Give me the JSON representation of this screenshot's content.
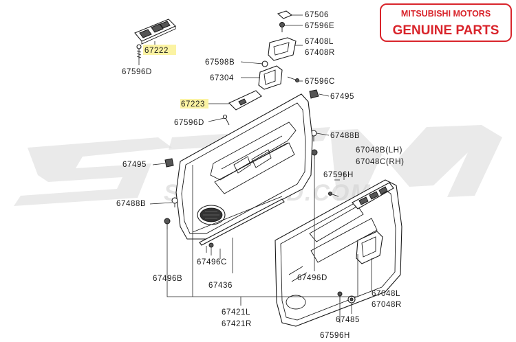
{
  "badge": {
    "line1": "MITSUBISHI MOTORS",
    "line2": "GENUINE PARTS",
    "color": "#d9242b"
  },
  "watermark": {
    "logo_text": "STM",
    "url_text": "STMTUNED.COM"
  },
  "highlight_color": "#fbf3a3",
  "labels": {
    "p67506": "67506",
    "p67596E": "67596E",
    "p67408L": "67408L",
    "p67408R": "67408R",
    "p67222": "67222",
    "p67596D_top": "67596D",
    "p67598B": "67598B",
    "p67304": "67304",
    "p67596C": "67596C",
    "p67223": "67223",
    "p67495_right": "67495",
    "p67596D_mid": "67596D",
    "p67488B_right": "67488B",
    "p67048LH": "67048B(LH)",
    "p67048RH": "67048C(RH)",
    "p67495_left": "67495",
    "p67596H_mid": "67596H",
    "p67488B_left": "67488B",
    "p67496C": "67496C",
    "p67496B": "67496B",
    "p67436": "67436",
    "p67496D": "67496D",
    "p67048L": "67048L",
    "p67048R": "67048R",
    "p67421L": "67421L",
    "p67421R": "67421R",
    "p67485": "67485",
    "p67596H_bot": "67596H"
  }
}
